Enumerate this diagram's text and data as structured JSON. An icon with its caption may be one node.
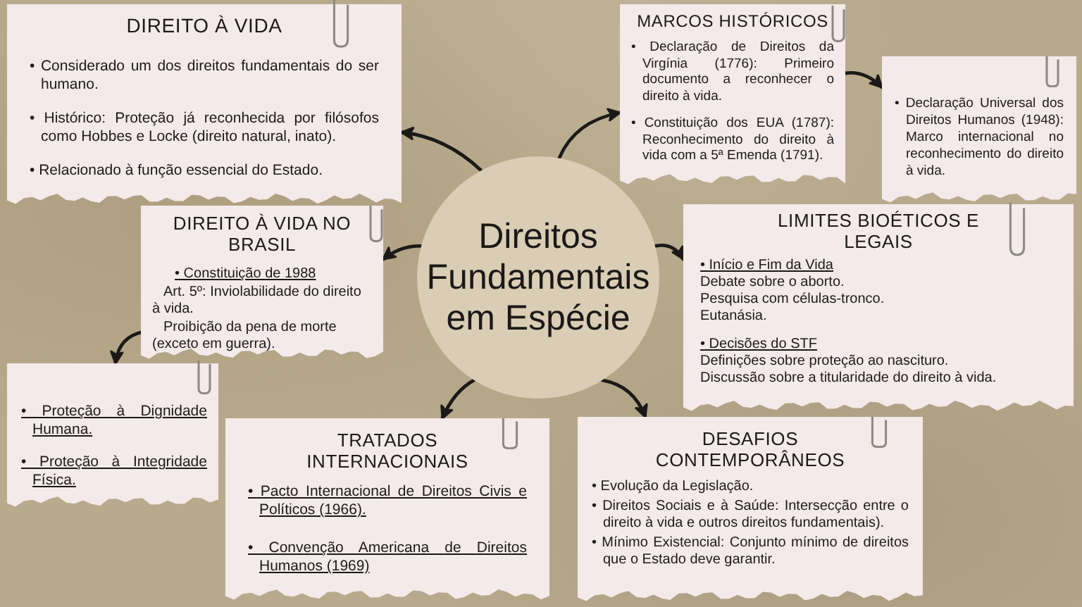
{
  "diagram": {
    "nodes": [
      {
        "text": [
          "Direitos Fundamentais em Espécie"
        ]
      },
      {
        "text": [
          "DIREITO À VIDA",
          "• Considerado um dos direitos fundamentais do ser humano.",
          "• Histórico: Proteção já reconhecida por filósofos como Hobbes e Locke (direito natural, inato).",
          "• Relacionado à função essencial do Estado."
        ]
      },
      {
        "text": [
          "MARCOS HISTÓRICOS",
          "• Declaração de Direitos da Virgínia (1776): Primeiro documento a reconhecer o direito à vida.",
          "• Constituição dos EUA (1787): Reconhecimento do direito à vida com a 5ª Emenda (1791)."
        ]
      },
      {
        "text": [
          "• Declaração Universal dos Direitos Humanos (1948): Marco internacional no reconhecimento do direito à vida."
        ]
      },
      {
        "text": [
          "DIREITO À VIDA NO BRASIL",
          "• Constituição de 1988",
          "Art. 5º: Inviolabilidade do direito à vida.",
          "Proibição da pena de morte (exceto em guerra)."
        ]
      },
      {
        "text": [
          "• Proteção à Dignidade Humana.",
          "• Proteção à Integridade Física."
        ]
      },
      {
        "text": [
          "LIMITES BIOÉTICOS E LEGAIS",
          "• Início e Fim da Vida",
          "Debate sobre o aborto.",
          "Pesquisa com células-tronco.",
          "Eutanásia.",
          "• Decisões do STF",
          "Definições sobre proteção ao nascituro.",
          "Discussão sobre a titularidade do direito à vida."
        ]
      },
      {
        "text": [
          "TRATADOS INTERNACIONAIS",
          "• Pacto Internacional de Direitos Civis e Políticos (1966).",
          "• Convenção Americana de Direitos Humanos (1969)"
        ]
      },
      {
        "text": [
          "DESAFIOS CONTEMPORÂNEOS",
          "• Evolução da Legislação.",
          "• Direitos Sociais e à Saúde: Intersecção entre o direito à vida e outros direitos fundamentais).",
          "• Mínimo Existencial: Conjunto mínimo de direitos que o Estado deve garantir."
        ]
      }
    ],
    "edges": [
      {
        "from": 0,
        "to": 1,
        "arrow": "to"
      },
      {
        "from": 0,
        "to": 2,
        "arrow": "to"
      },
      {
        "from": 2,
        "to": 3,
        "arrow": "to"
      },
      {
        "from": 0,
        "to": 4,
        "arrow": "to"
      },
      {
        "from": 4,
        "to": 5,
        "arrow": "to"
      },
      {
        "from": 0,
        "to": 6,
        "arrow": "to"
      },
      {
        "from": 0,
        "to": 7,
        "arrow": "to"
      },
      {
        "from": 0,
        "to": 8,
        "arrow": "to"
      }
    ]
  }
}
